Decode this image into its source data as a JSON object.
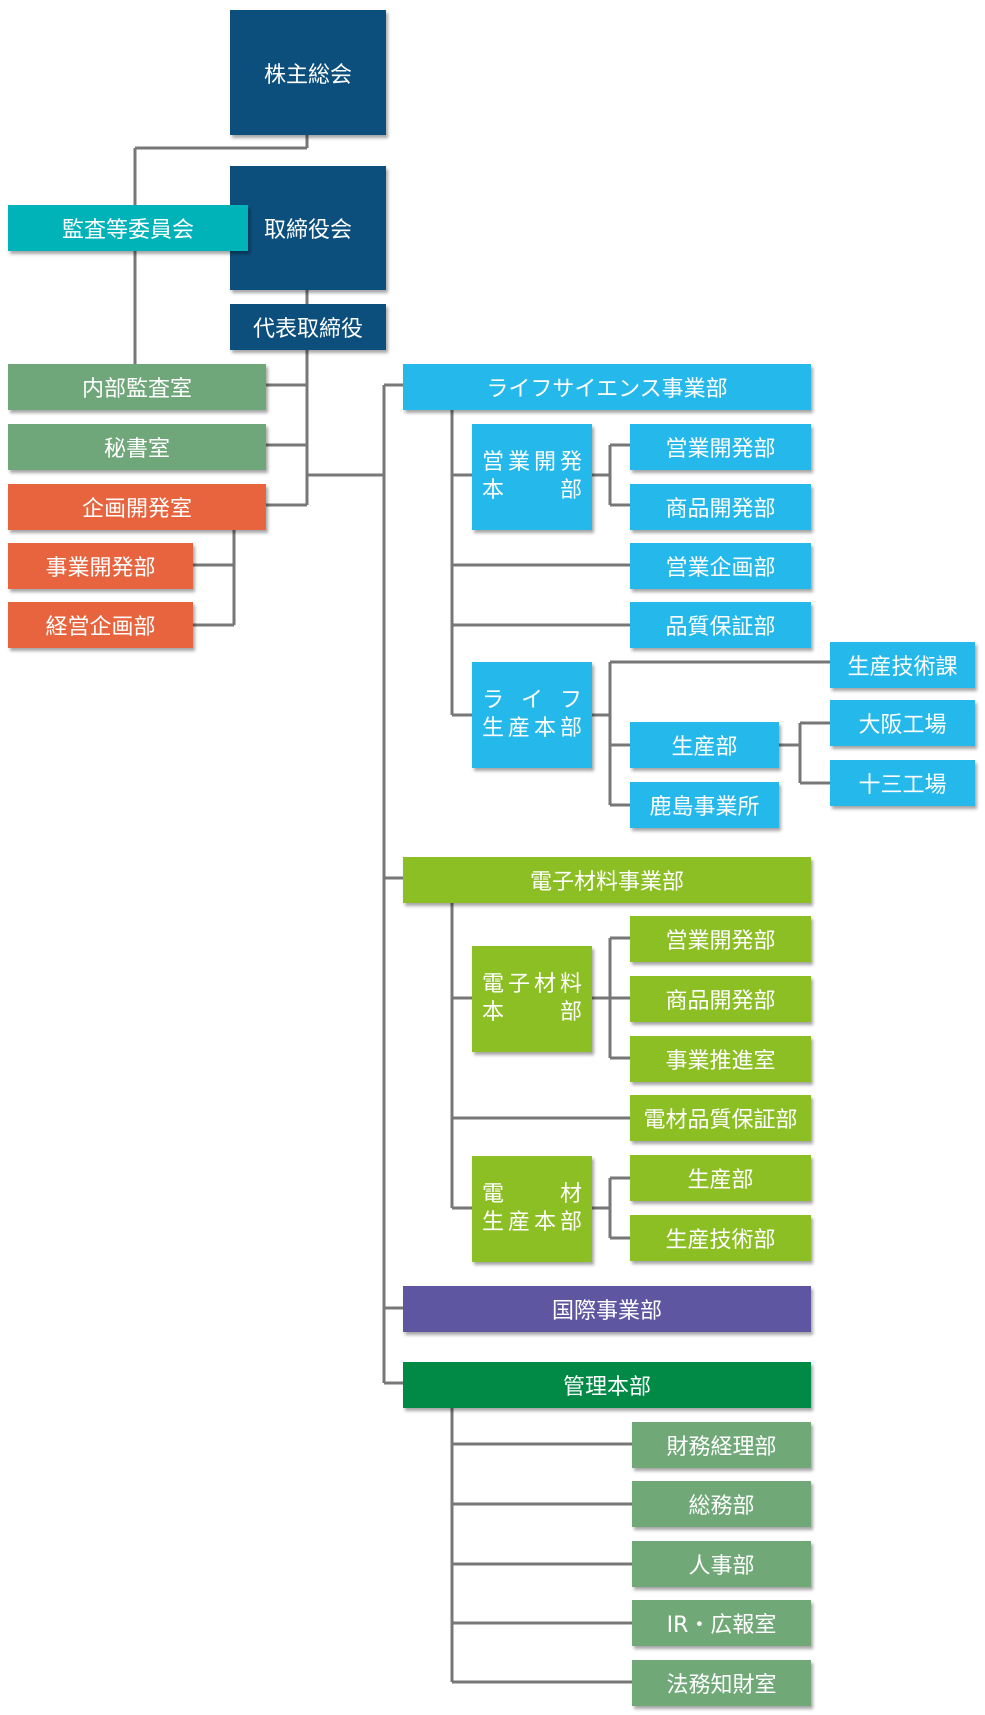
{
  "top": {
    "shareholders": "株主総会",
    "board": "取締役会",
    "audit_committee": "監査等委員会",
    "representative": "代表取締役"
  },
  "staff": {
    "internal_audit": "内部監査室",
    "secretary": "秘書室",
    "planning_dev": "企画開発室",
    "business_dev": "事業開発部",
    "management_planning": "経営企画部"
  },
  "life_science": {
    "title": "ライフサイエンス事業部",
    "sales_hq": [
      "営業開発",
      "本　　部"
    ],
    "sales_dev": "営業開発部",
    "product_dev": "商品開発部",
    "sales_planning": "営業企画部",
    "quality": "品質保証部",
    "prod_hq": [
      "ラ イ フ",
      "生産本部"
    ],
    "prod_tech_section": "生産技術課",
    "production": "生産部",
    "osaka_plant": "大阪工場",
    "juso_plant": "十三工場",
    "kashima": "鹿島事業所"
  },
  "electronic": {
    "title": "電子材料事業部",
    "hq": [
      "電子材料",
      "本　　部"
    ],
    "sales_dev": "営業開発部",
    "product_dev": "商品開発部",
    "promotion": "事業推進室",
    "quality": "電材品質保証部",
    "prod_hq": [
      "電　　材",
      "生産本部"
    ],
    "production": "生産部",
    "prod_tech": "生産技術部"
  },
  "international": {
    "title": "国際事業部"
  },
  "admin": {
    "title": "管理本部",
    "finance": "財務経理部",
    "general_affairs": "総務部",
    "hr": "人事部",
    "ir_pr": "IR・広報室",
    "legal_ip": "法務知財室"
  }
}
